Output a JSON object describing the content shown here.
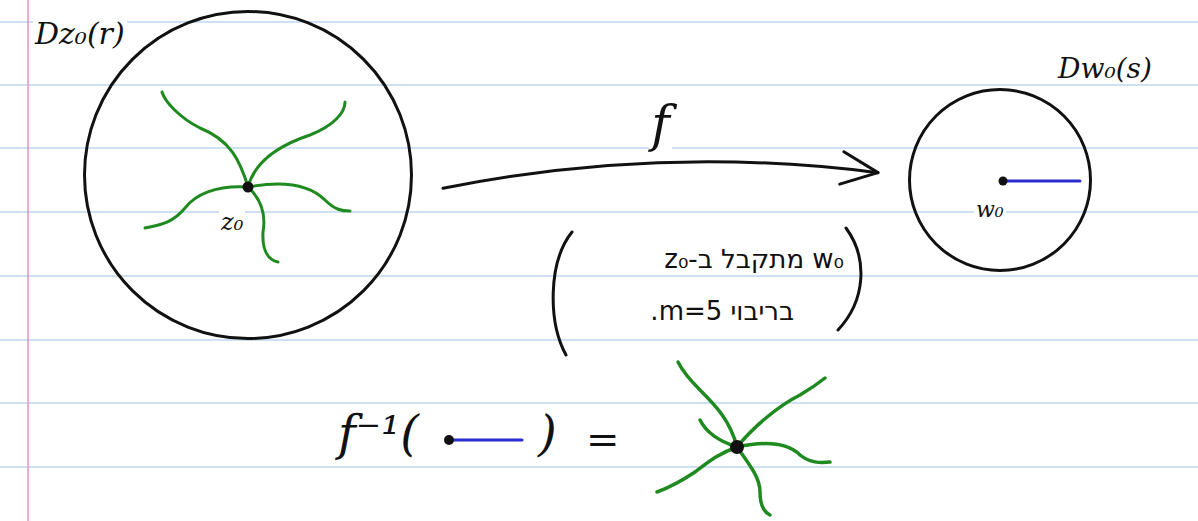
{
  "diagram": {
    "nodes": [
      {
        "text": [
          "Dz₀(r)",
          "z₀"
        ]
      },
      {
        "text": [
          "Dw₀(s)",
          "w₀"
        ]
      }
    ],
    "edges": [
      {
        "from": 0,
        "to": 1,
        "arrow": "to",
        "label": "f"
      }
    ],
    "labels": [
      "w₀ מתקבל ב-z₀",
      "בריבוי m=5.",
      "f⁻¹(",
      ")",
      "="
    ]
  }
}
